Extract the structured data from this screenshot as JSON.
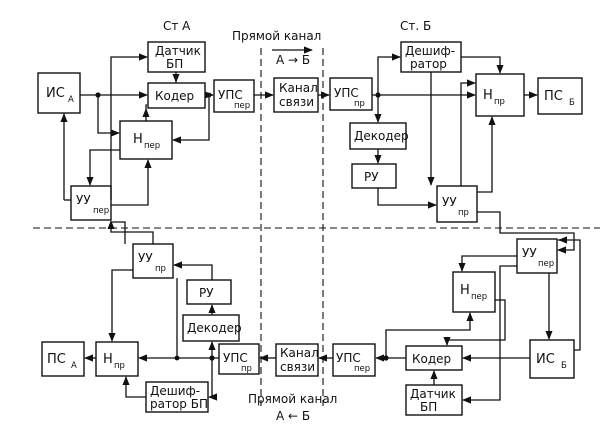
{
  "header": {
    "st_a": "Ст А",
    "st_b": "Ст. Б",
    "forward_channel": "Прямой канал",
    "forward_dir": "А → Б",
    "reverse_channel": "Прямой канал",
    "reverse_dir": "А ← Б"
  },
  "top_a": {
    "is": {
      "main": "ИС",
      "sub": "А"
    },
    "sensor": {
      "line1": "Датчик",
      "line2": "БП"
    },
    "coder": "Кодер",
    "n_per": {
      "main": "Н",
      "sub": "пер"
    },
    "upc_per": {
      "main": "УПС",
      "sub": "пер"
    },
    "uu_per": {
      "main": "УУ",
      "sub": "пер"
    }
  },
  "top_channel": {
    "line1": "Канал",
    "line2": "связи"
  },
  "top_b": {
    "upc_pr": {
      "main": "УПС",
      "sub": "пр"
    },
    "decipher": {
      "line1": "Дешиф-",
      "line2": "ратор"
    },
    "n_pr": {
      "main": "Н",
      "sub": "пр"
    },
    "ps": {
      "main": "ПС",
      "sub": "Б"
    },
    "decoder": "Декодер",
    "ru": "РУ",
    "uu_pr": {
      "main": "УУ",
      "sub": "пр"
    }
  },
  "bottom_a": {
    "uu_pr": {
      "main": "УУ",
      "sub": "пр"
    },
    "ru": "РУ",
    "decoder": "Декодер",
    "ps": {
      "main": "ПС",
      "sub": "А"
    },
    "n_pr": {
      "main": "Н",
      "sub": "пр"
    },
    "upc_pr": {
      "main": "УПС",
      "sub": "пр"
    },
    "decipher": {
      "line1": "Дешиф-",
      "line2": "ратор БП"
    }
  },
  "bottom_channel": {
    "line1": "Канал",
    "line2": "связи"
  },
  "bottom_b": {
    "uu_per": {
      "main": "УУ",
      "sub": "пер"
    },
    "n_per": {
      "main": "Н",
      "sub": "пер"
    },
    "coder": "Кодер",
    "upc_per": {
      "main": "УПС",
      "sub": "пер"
    },
    "is": {
      "main": "ИС",
      "sub": "Б"
    },
    "sensor": {
      "line1": "Датчик",
      "line2": "БП"
    }
  }
}
